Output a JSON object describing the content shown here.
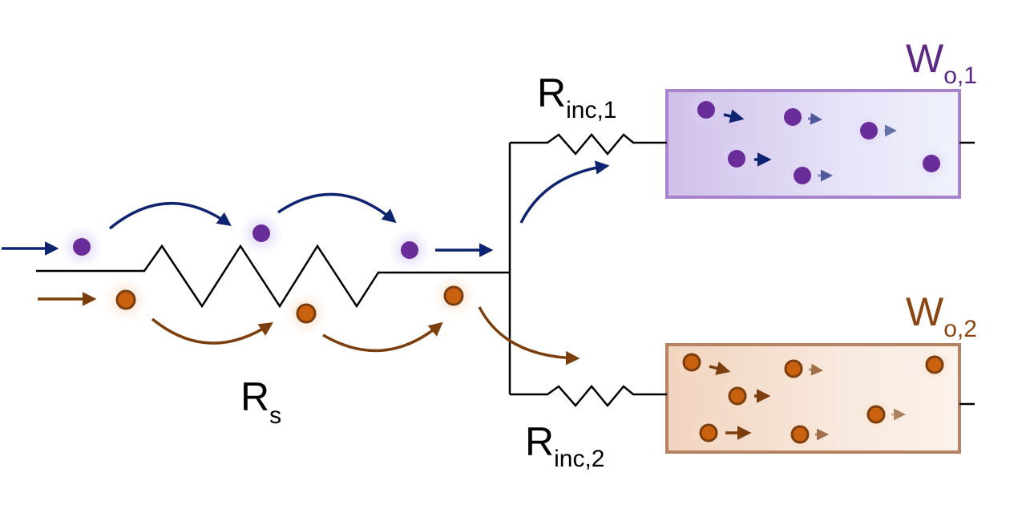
{
  "labels": {
    "rs": {
      "main": "R",
      "sub": "s"
    },
    "rinc1": {
      "main": "R",
      "sub": "inc,1"
    },
    "rinc2": {
      "main": "R",
      "sub": "inc,2"
    },
    "wo1": {
      "main": "W",
      "sub": "o,1"
    },
    "wo2": {
      "main": "W",
      "sub": "o,2"
    }
  },
  "colors": {
    "wire": "#000000",
    "purple_particle": "#6a2c98",
    "orange_particle": "#c9610f",
    "blue_arrow": "#0f2470",
    "brown_arrow": "#7b3e0c",
    "box1_border": "#a784cc",
    "box2_border": "#b48462",
    "wo1_text": "#5d2784",
    "wo2_text": "#8b4513"
  }
}
